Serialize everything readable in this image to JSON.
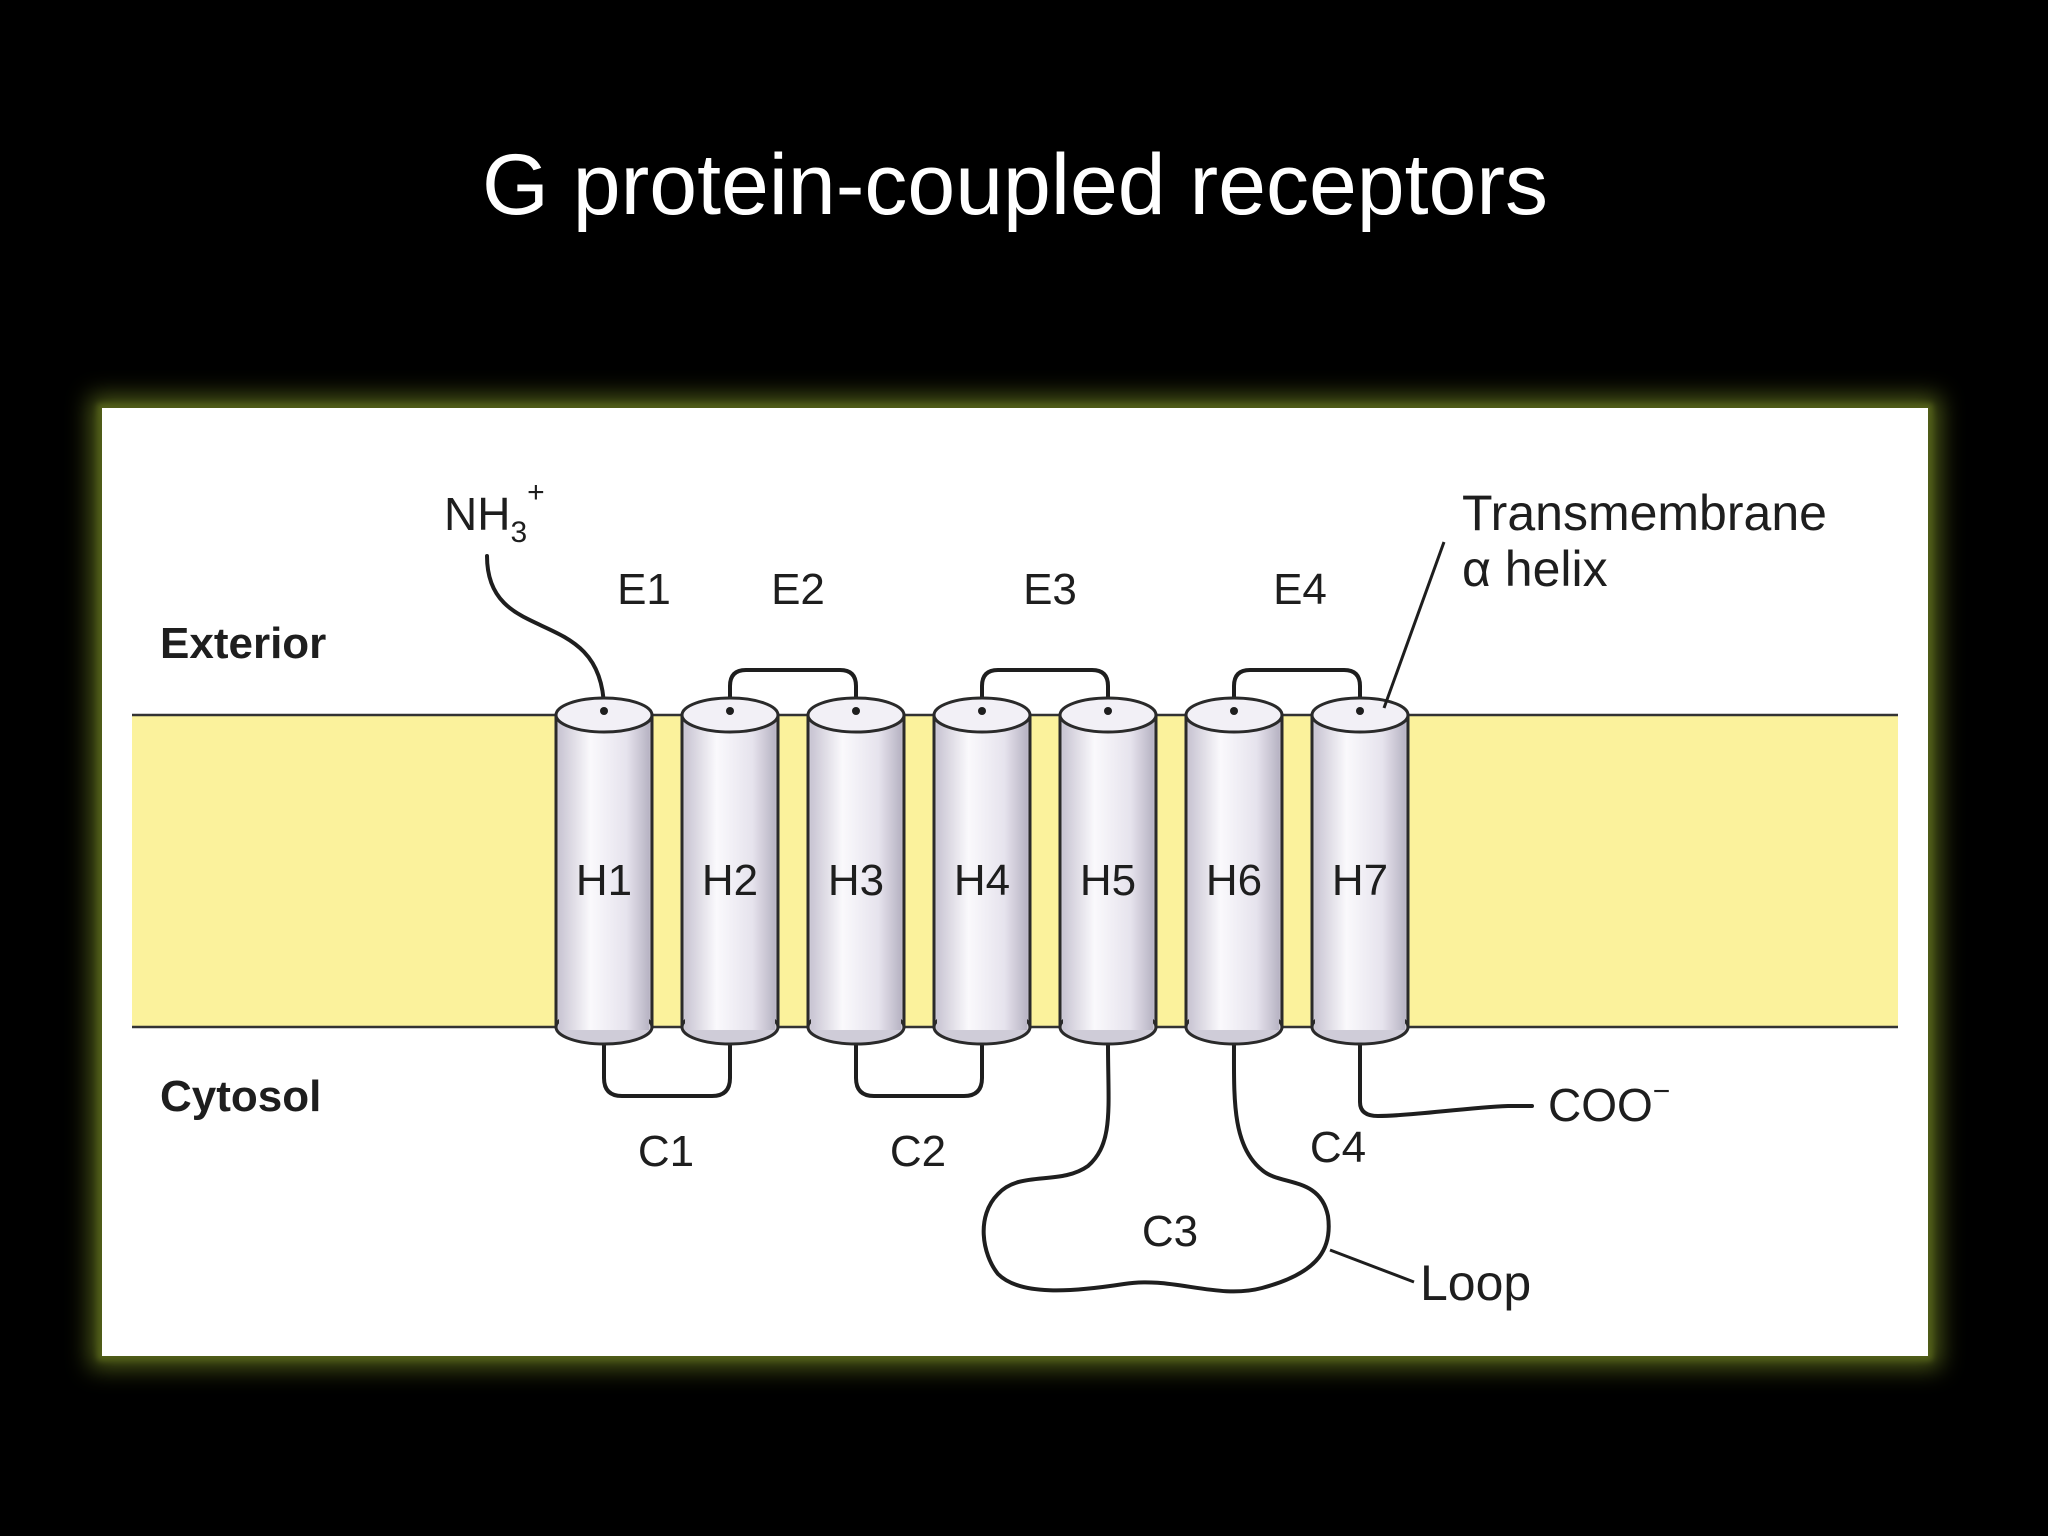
{
  "title": "G protein-coupled receptors",
  "colors": {
    "background": "#000000",
    "title_text": "#ffffff",
    "frame_glow": "#4d5a18",
    "membrane": "#fbf29c",
    "helix_fill": "#ece9f2",
    "line": "#1e1e1e"
  },
  "diagram": {
    "regions": {
      "exterior": "Exterior",
      "cytosol": "Cytosol"
    },
    "n_terminus": {
      "base": "NH",
      "subscript": "3",
      "superscript": "+"
    },
    "c_terminus": {
      "base": "COO",
      "superscript": "−"
    },
    "helices": [
      "H1",
      "H2",
      "H3",
      "H4",
      "H5",
      "H6",
      "H7"
    ],
    "extracellular_loops": [
      "E1",
      "E2",
      "E3",
      "E4"
    ],
    "cytosolic_loops": [
      "C1",
      "C2",
      "C3",
      "C4"
    ],
    "annotations": {
      "transmembrane_line1": "Transmembrane",
      "transmembrane_line2": "α helix",
      "loop": "Loop"
    }
  }
}
